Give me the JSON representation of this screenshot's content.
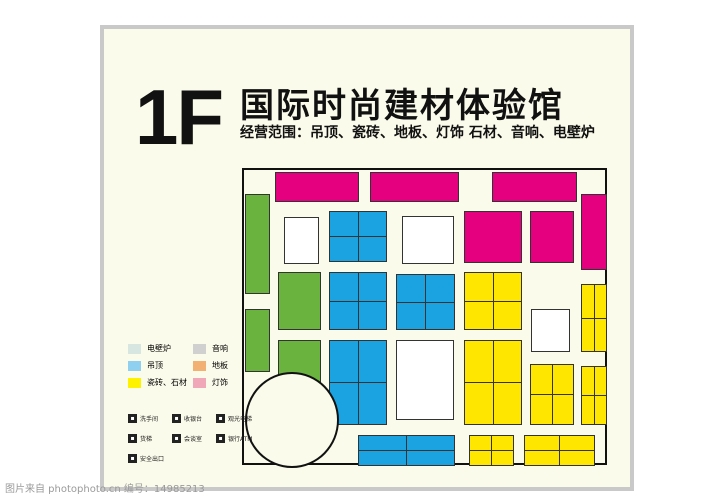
{
  "header": {
    "floor": "1F",
    "title": "国际时尚建材体验馆",
    "subtitle": "经营范围：吊顶、瓷砖、地板、灯饰 石材、音响、电壁炉"
  },
  "colors": {
    "fireplace": "#d7e6e0",
    "ceiling": "#1aa3e0",
    "tile_stone": "#ffe600",
    "audio": "#d0d0d0",
    "flooring": "#6bb33f",
    "lighting": "#e5007f",
    "background": "#fbfbeb"
  },
  "legend": [
    {
      "label": "电壁炉",
      "color": "#d7e6e0"
    },
    {
      "label": "吊顶",
      "color": "#8fd0f0"
    },
    {
      "label": "瓷砖、石材",
      "color": "#fff200"
    },
    {
      "label": "音响",
      "color": "#d0d0d0"
    },
    {
      "label": "地板",
      "color": "#f2b072"
    },
    {
      "label": "灯饰",
      "color": "#f0a8b8"
    }
  ],
  "facilities": [
    {
      "label": "洗手间",
      "icon": "restroom-icon"
    },
    {
      "label": "收银台",
      "icon": "cashier-icon"
    },
    {
      "label": "观光电梯",
      "icon": "elevator-icon"
    },
    {
      "label": "货梯",
      "icon": "freight-elevator-icon"
    },
    {
      "label": "会谈室",
      "icon": "meeting-room-icon"
    },
    {
      "label": "银行ATM",
      "icon": "atm-icon"
    },
    {
      "label": "安全出口",
      "icon": "exit-icon"
    }
  ],
  "watermark": "图片来自 photophoto.cn 编号：14985213"
}
